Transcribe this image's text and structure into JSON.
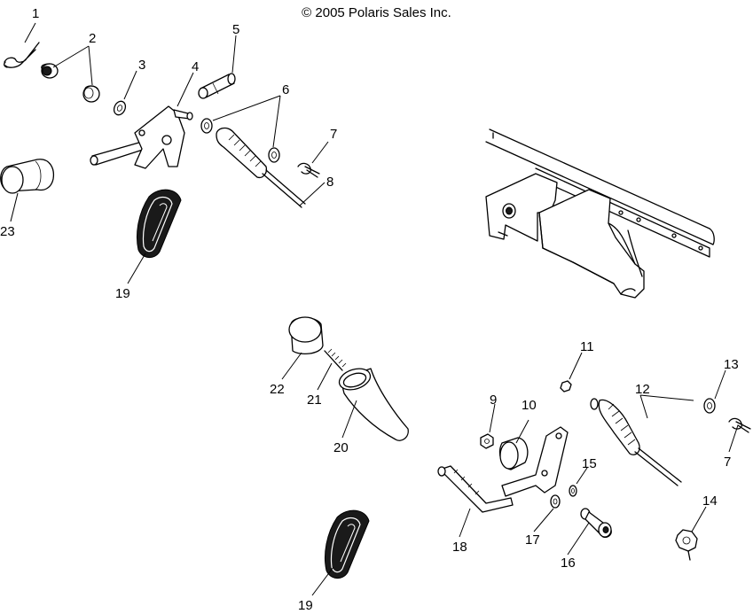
{
  "copyright": "© 2005 Polaris Sales Inc.",
  "callouts": [
    "1",
    "2",
    "3",
    "4",
    "5",
    "6",
    "7",
    "8",
    "23",
    "19",
    "22",
    "21",
    "20",
    "9",
    "10",
    "11",
    "12",
    "13",
    "7",
    "14",
    "15",
    "16",
    "17",
    "18",
    "19"
  ]
}
